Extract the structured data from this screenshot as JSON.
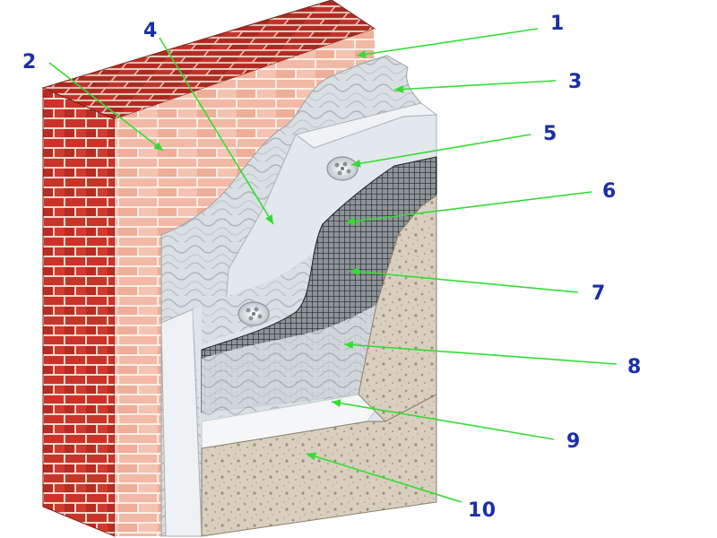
{
  "diagram": {
    "colors": {
      "brick": "#c8342a",
      "brick_dark": "#8e2219",
      "brick_top": "#b12a21",
      "mortar": "#f2e4dc",
      "mortar_light": "#fbeee6",
      "brick_light": "#f0b8a4",
      "adhesive": "#d7dde0",
      "insulation": "#e4eaee",
      "mesh": "#2f3436",
      "plaster": "#d7cdbd",
      "plaster_dark": "#a89a85",
      "leader": "#33dd33",
      "number": "#1a2fa8"
    },
    "callouts": [
      {
        "label": "1",
        "name": "brick-wall-callout"
      },
      {
        "label": "2",
        "name": "wall-surface-callout"
      },
      {
        "label": "3",
        "name": "adhesive-layer-callout"
      },
      {
        "label": "4",
        "name": "insulation-board-callout"
      },
      {
        "label": "5",
        "name": "dowel-callout"
      },
      {
        "label": "6",
        "name": "base-coat-callout"
      },
      {
        "label": "7",
        "name": "reinforcement-mesh-callout"
      },
      {
        "label": "8",
        "name": "second-coat-callout"
      },
      {
        "label": "9",
        "name": "primer-callout"
      },
      {
        "label": "10",
        "name": "decorative-plaster-callout"
      }
    ]
  }
}
